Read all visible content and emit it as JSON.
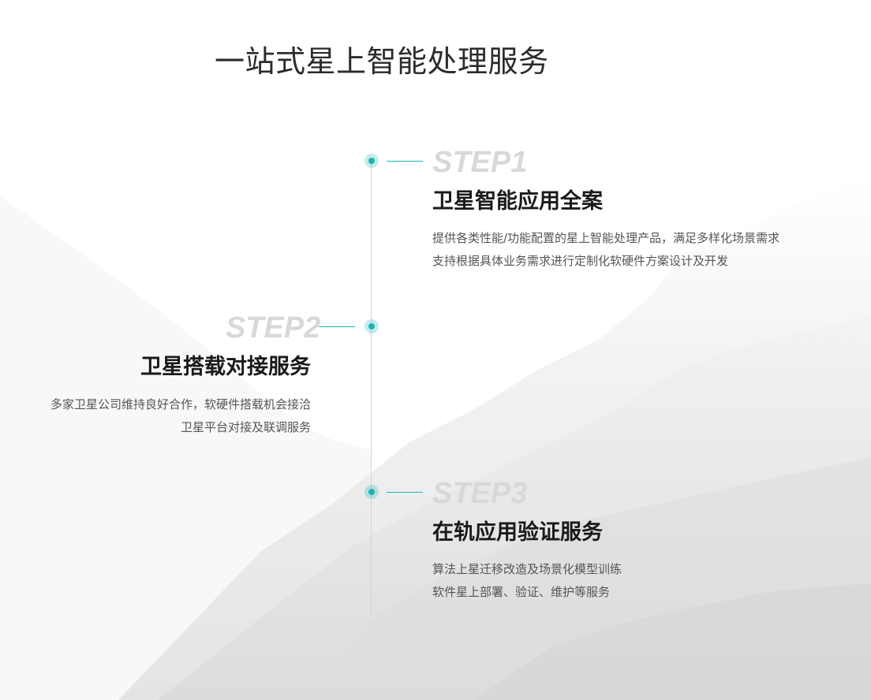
{
  "page": {
    "title": "一站式星上智能处理服务"
  },
  "theme": {
    "accent": "#19b6b3",
    "step_label_color": "#d8d8d8",
    "title_color": "#1a1a1a",
    "desc_color": "#555555",
    "line_color": "#d4d4d4"
  },
  "steps": [
    {
      "label": "STEP1",
      "title": "卫星智能应用全案",
      "lines": [
        "提供各类性能/功能配置的星上智能处理产品，满足多样化场景需求",
        "支持根据具体业务需求进行定制化软硬件方案设计及开发"
      ]
    },
    {
      "label": "STEP2",
      "title": "卫星搭载对接服务",
      "lines": [
        "多家卫星公司维持良好合作，软硬件搭载机会接洽",
        "卫星平台对接及联调服务"
      ]
    },
    {
      "label": "STEP3",
      "title": "在轨应用验证服务",
      "lines": [
        "算法上星迁移改造及场景化模型训练",
        "软件星上部署、验证、维护等服务"
      ]
    }
  ]
}
